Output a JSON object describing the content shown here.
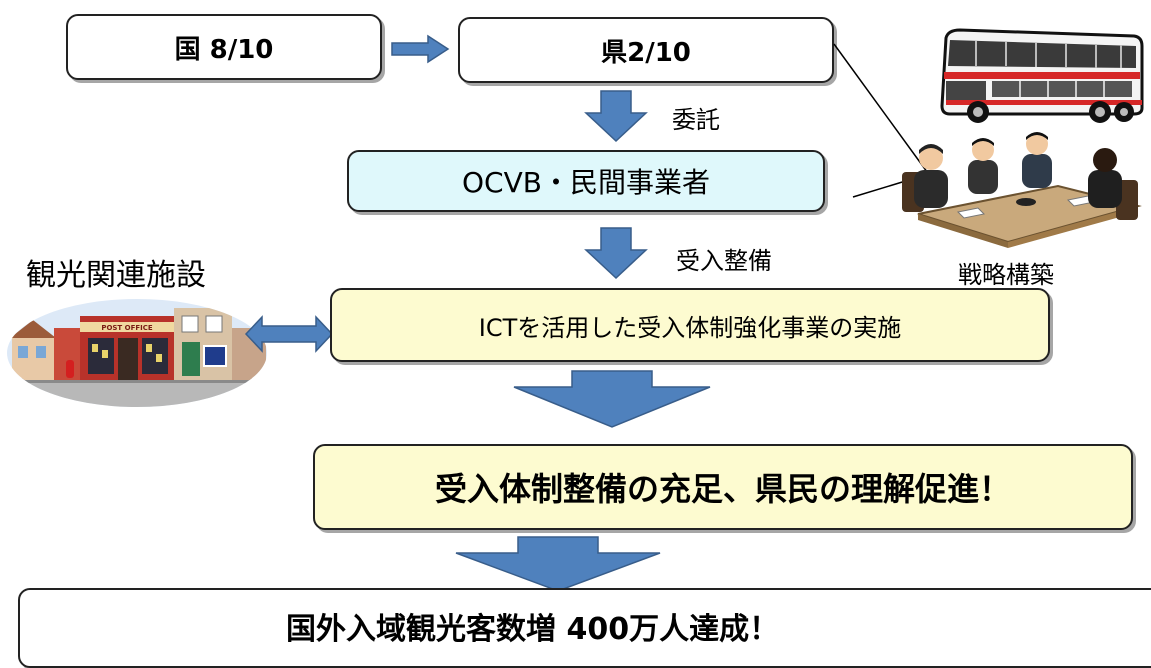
{
  "boxes": {
    "national": "国  8/10",
    "prefecture": "県2/10",
    "ocvb": "OCVB・民間事業者",
    "ict": "ICTを活用した受入体制強化事業の実施",
    "result": "受入体制整備の充足、県民の理解促進！",
    "goal": "国外入域観光客数増  400万人達成！"
  },
  "labels": {
    "commission": "委託",
    "reception": "受入整備",
    "strategy": "戦略構築",
    "facilities": "観光関連施設",
    "post_office": "POST OFFICE"
  },
  "colors": {
    "arrow": "#4f81bd",
    "arrow_dark": "#385d8a",
    "cyan_fill": "#dff8fb",
    "yellow_fill": "#fdfbd0"
  }
}
